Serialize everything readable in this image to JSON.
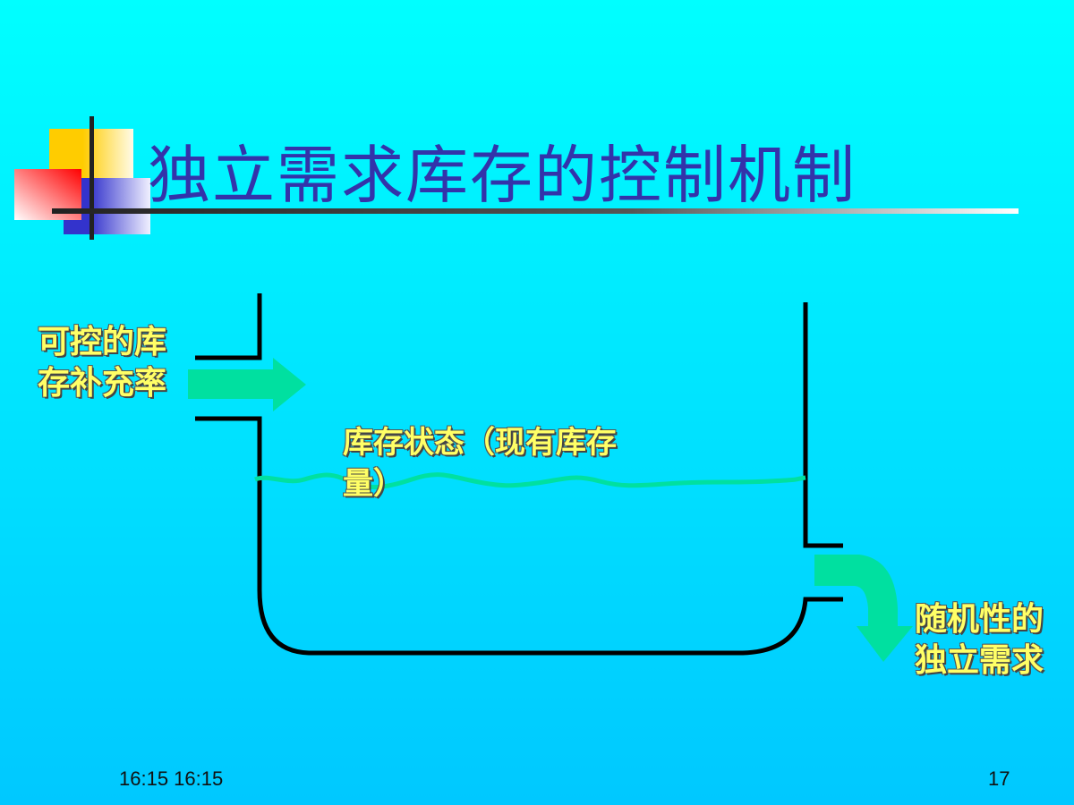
{
  "slide": {
    "title": "独立需求库存的控制机制",
    "inflow_label": [
      "可控的库",
      "存补充率"
    ],
    "stock_label": [
      "库存状态（现有库存",
      "量）"
    ],
    "outflow_label": [
      "随机性的",
      "独立需求"
    ],
    "footer_time": "16:15 16:15",
    "page_number": "17"
  },
  "colors": {
    "title": "#3333aa",
    "label": "#ffff66",
    "arrow": "#00e0a0",
    "wall": "#000000"
  }
}
